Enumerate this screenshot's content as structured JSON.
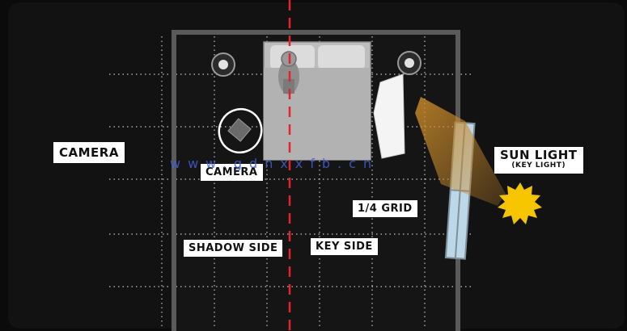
{
  "labels": {
    "camera_left": "CAMERA",
    "camera_room": "CAMERA",
    "sun_light": "SUN LIGHT",
    "sun_light_sub": "(KEY LIGHT)",
    "grid": "1/4 GRID",
    "shadow_side": "SHADOW SIDE",
    "key_side": "KEY SIDE"
  },
  "watermark": "www.gdnxxfb.cn",
  "colors": {
    "background": "#0b0b0b",
    "room_floor": "#141414",
    "wall": "#555555",
    "center_line": "#e0262b",
    "light_beam": "#c98a2a",
    "sun": "#f5c400",
    "window": "#bcd8e8",
    "bed": "#bdbdbd"
  },
  "icons": [
    "lamp-icon",
    "camera-icon",
    "sun-icon",
    "person-icon"
  ]
}
